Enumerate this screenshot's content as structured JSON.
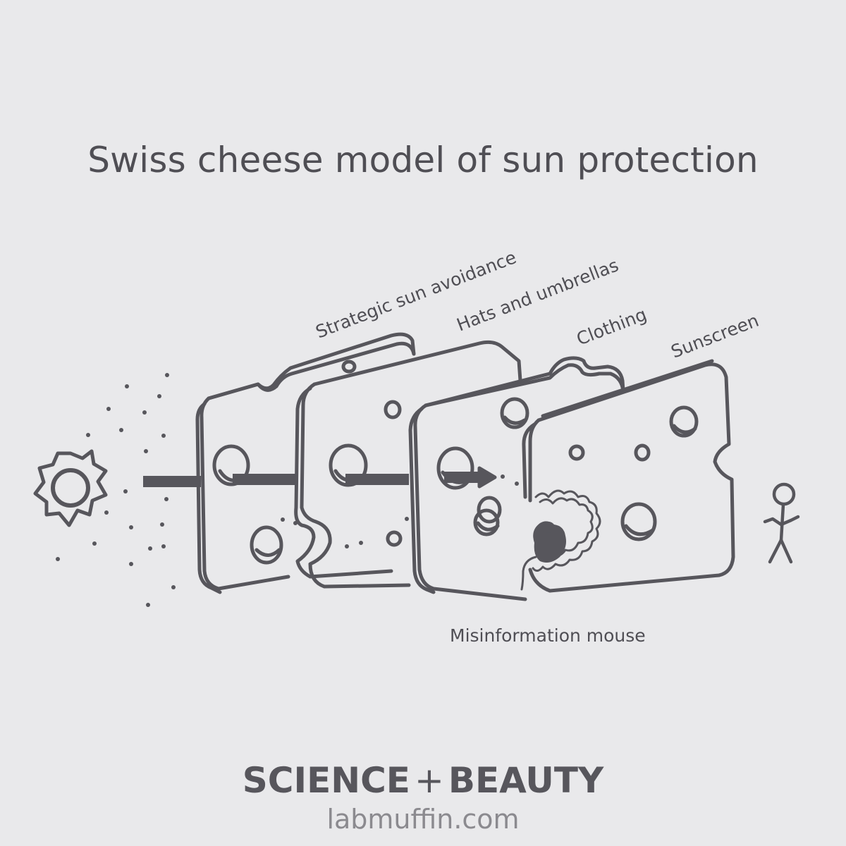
{
  "title": "Swiss cheese model of sun protection",
  "layers": [
    {
      "label": "Strategic sun avoidance"
    },
    {
      "label": "Hats and umbrellas"
    },
    {
      "label": "Clothing"
    },
    {
      "label": "Sunscreen"
    }
  ],
  "mouse_label": "Misinformation mouse",
  "brand": {
    "left": "SCIENCE",
    "plus": "+",
    "right": "BEAUTY"
  },
  "site": "labmuffin.com",
  "icons": {
    "sun": "sun-icon",
    "person": "stick-person-icon",
    "mouse": "mouse-icon",
    "arrow": "uv-ray-arrow"
  },
  "colors": {
    "background": "#e9e9eb",
    "ink": "#57565c",
    "text": "#4f4e54",
    "site_text": "#8b8a8f"
  }
}
